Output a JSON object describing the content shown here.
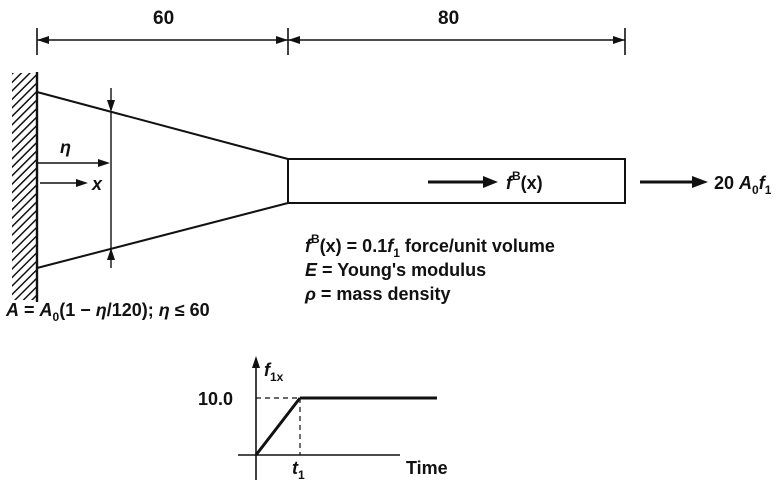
{
  "dimensions": {
    "left_length": "60",
    "right_length": "80"
  },
  "symbols": {
    "eta": "η",
    "x": "x"
  },
  "body_force": {
    "f": "f",
    "sup": "B",
    "arg": "(x)"
  },
  "end_load": {
    "coef": "20",
    "A": "A",
    "A_sub": "0",
    "f": "f",
    "f_sub": "1"
  },
  "notes": {
    "line1": {
      "f": "f",
      "sup": "B",
      "rest": "(x) = 0.1",
      "f1": "f",
      "f1_sub": "1",
      "tail": " force/unit volume"
    },
    "line2": {
      "E": "E",
      "rest": " = Young's modulus"
    },
    "line3": {
      "rho": "ρ",
      "rest": " = mass density"
    }
  },
  "area_formula": {
    "A": "A",
    "eq": " = ",
    "A0": "A",
    "A0_sub": "0",
    "body": "(1 − ",
    "eta": "η",
    "tail": "/120); ",
    "eta2": "η",
    "cond": " ≤ 60"
  },
  "load_plot": {
    "ylabel": {
      "f": "f",
      "sub": "1x"
    },
    "y_tick": "10.0",
    "x_tick": {
      "t": "t",
      "sub": "1"
    },
    "xlabel": "Time"
  },
  "colors": {
    "ink": "#111111",
    "background": "#ffffff"
  }
}
